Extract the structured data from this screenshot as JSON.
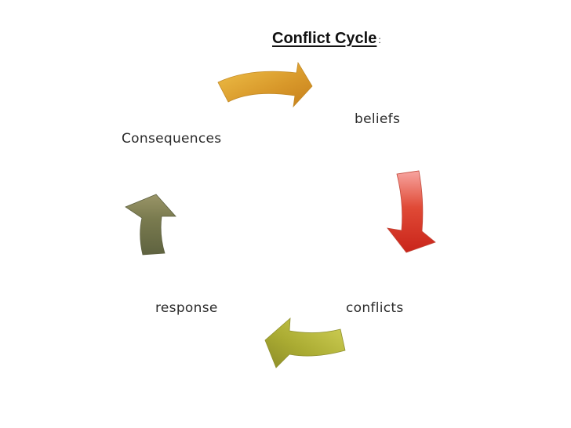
{
  "title": {
    "main": "Conflict Cycle",
    "colon": ":"
  },
  "nodes": {
    "beliefs": "beliefs",
    "conflicts": "conflicts",
    "response": "response",
    "consequences": "Consequences"
  },
  "edges": [
    {
      "from": "Consequences",
      "to": "beliefs",
      "color": "#d49a2a"
    },
    {
      "from": "beliefs",
      "to": "conflicts",
      "color": "#d43a22"
    },
    {
      "from": "conflicts",
      "to": "response",
      "color": "#a8ab30"
    },
    {
      "from": "response",
      "to": "Consequences",
      "color": "#6e6f44"
    }
  ]
}
